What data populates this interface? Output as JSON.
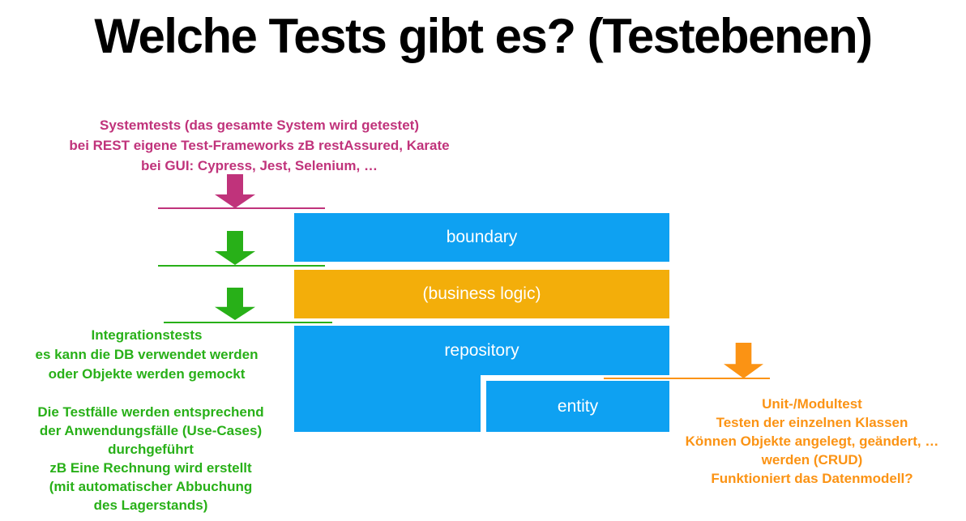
{
  "title": "Welche Tests gibt es? (Testebenen)",
  "colors": {
    "magenta": "#C0337B",
    "green": "#28B018",
    "blue": "#0EA1F2",
    "gold": "#F3AE0A",
    "orange": "#FB9314",
    "label_text": "#FFFFFF",
    "title_text": "#000000"
  },
  "annotations": {
    "systemtests": {
      "color": "#C0337B",
      "lines": [
        "Systemtests (das gesamte System wird getestet)",
        "bei REST eigene Test-Frameworks zB restAssured, Karate",
        "bei GUI: Cypress, Jest, Selenium, …"
      ]
    },
    "integrationstests": {
      "color": "#28B018",
      "lines": [
        "Integrationstests",
        "es kann die DB verwendet werden",
        "oder Objekte werden gemockt"
      ]
    },
    "integrationstests_detail": {
      "color": "#28B018",
      "lines": [
        "Die Testfälle werden entsprechend",
        "der Anwendungsfälle (Use-Cases)",
        "durchgeführt",
        "zB Eine Rechnung wird erstellt",
        "(mit automatischer Abbuchung",
        "des Lagerstands)"
      ]
    },
    "unittest": {
      "color": "#FB9314",
      "lines": [
        "Unit-/Modultest",
        "Testen der einzelnen Klassen",
        "Können Objekte angelegt, geändert, …",
        "werden (CRUD)",
        "Funktioniert das Datenmodell?"
      ]
    }
  },
  "layers": [
    {
      "id": "boundary",
      "label": "boundary",
      "color": "#0EA1F2"
    },
    {
      "id": "business-logic",
      "label": "(business logic)",
      "color": "#F3AE0A"
    },
    {
      "id": "repository",
      "label": "repository",
      "color": "#0EA1F2"
    },
    {
      "id": "entity",
      "label": "entity",
      "color": "#0EA1F2"
    }
  ],
  "arrows": [
    {
      "id": "systemtest-arrow",
      "color": "#C0337B",
      "points_to": "boundary"
    },
    {
      "id": "integrationstest-arrow-boundary",
      "color": "#28B018",
      "points_to": "business-logic"
    },
    {
      "id": "integrationstest-arrow-business",
      "color": "#28B018",
      "points_to": "repository"
    },
    {
      "id": "unittest-arrow",
      "color": "#FB9314",
      "points_to": "entity"
    }
  ]
}
